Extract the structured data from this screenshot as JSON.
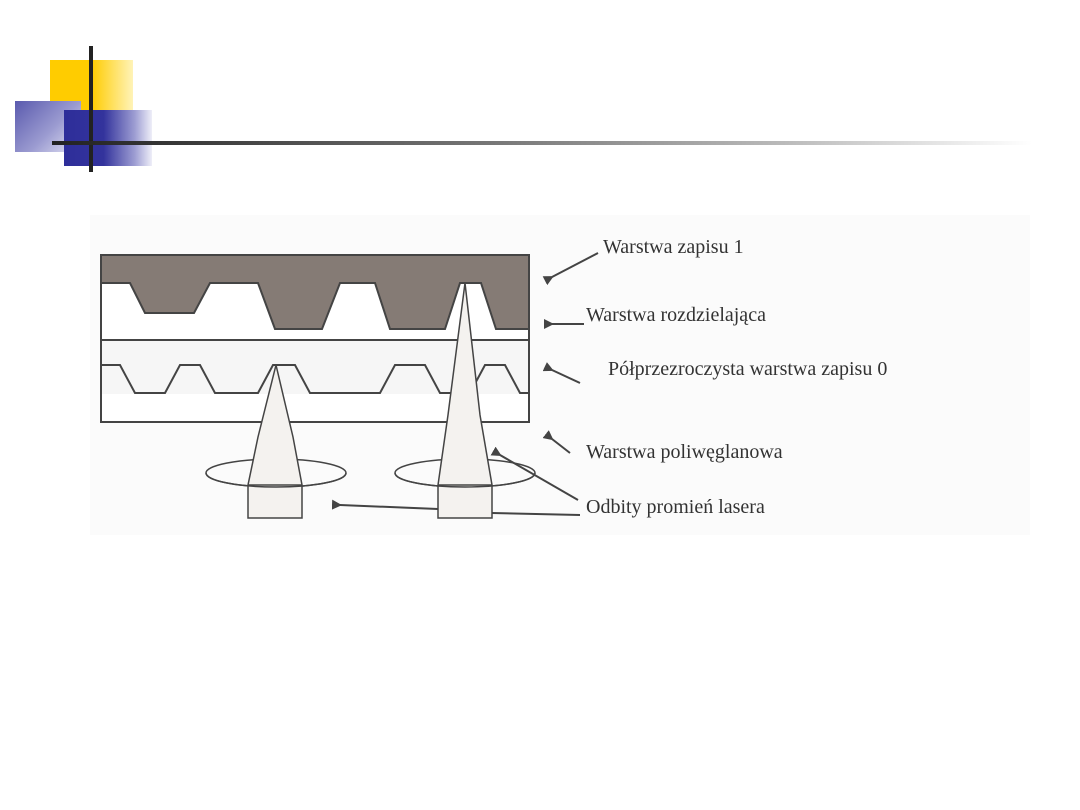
{
  "slide": {
    "title": "",
    "decoration": {
      "colors": {
        "yellow": "#ffcc00",
        "blue": "#33339c",
        "line": "#222222"
      }
    }
  },
  "diagram": {
    "subject": "Dual-layer optical disc cross-section",
    "colors": {
      "record_layer_1": "#857b75",
      "outline": "#444444",
      "laser_beam": "#f4f2ef",
      "background": "#fbfbfb"
    },
    "labels": [
      {
        "id": "layer1",
        "text": "Warstwa zapisu 1"
      },
      {
        "id": "spacer",
        "text": "Warstwa rozdzielająca"
      },
      {
        "id": "layer0",
        "text": "Półprzezroczysta warstwa zapisu 0"
      },
      {
        "id": "polycarbonate",
        "text": "Warstwa poliwęglanowa"
      },
      {
        "id": "laser",
        "text": "Odbity promień lasera"
      }
    ]
  }
}
